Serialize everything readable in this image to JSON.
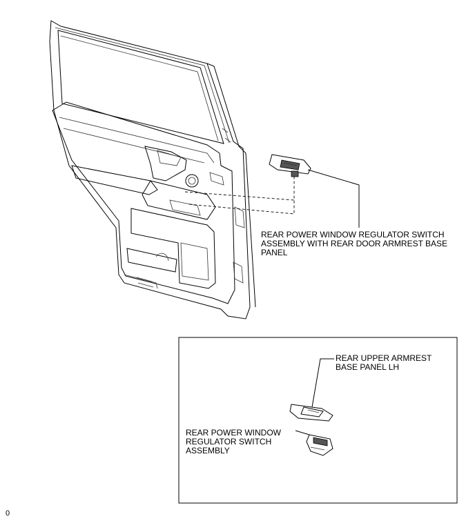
{
  "labels": {
    "assembly_with_base": [
      "REAR POWER WINDOW REGULATOR SWITCH",
      "ASSEMBLY WITH REAR DOOR ARMREST BASE",
      "PANEL"
    ],
    "armrest_base_panel": [
      "REAR UPPER ARMREST",
      "BASE PANEL LH"
    ],
    "switch_assembly": [
      "REAR POWER WINDOW",
      "REGULATOR SWITCH",
      "ASSEMBLY"
    ]
  },
  "figure_number": "0"
}
